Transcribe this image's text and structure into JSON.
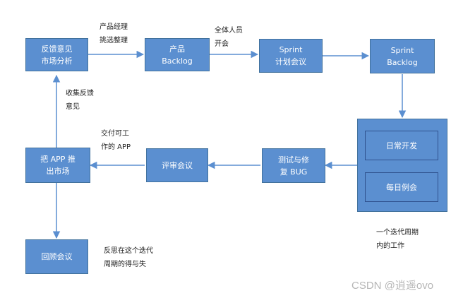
{
  "nodes": {
    "feedback": "反馈意见\n市场分析",
    "product_backlog": "产品\nBacklog",
    "sprint_planning": "Sprint\n计划会议",
    "sprint_backlog": "Sprint\nBacklog",
    "daily_dev": "日常开发",
    "daily_standup": "每日例会",
    "test_fix": "测试与修\n复 BUG",
    "review": "评审会议",
    "release": "把 APP 推\n出市场",
    "retrospective": "回顾会议"
  },
  "labels": {
    "pm_prioritize": "产品经理\n挑选整理",
    "all_meeting": "全体人员\n开会",
    "collect_feedback": "收集反馈\n意见",
    "deliverable": "交付可工\n作的 APP",
    "iteration_work": "一个迭代周期\n内的工作",
    "reflection": "反思在这个迭代\n周期的得与失"
  },
  "watermark": "CSDN @逍遥ovo",
  "colors": {
    "node_fill": "#5b8fd0",
    "node_border": "#41719c",
    "arrow": "#5b8fd0"
  }
}
